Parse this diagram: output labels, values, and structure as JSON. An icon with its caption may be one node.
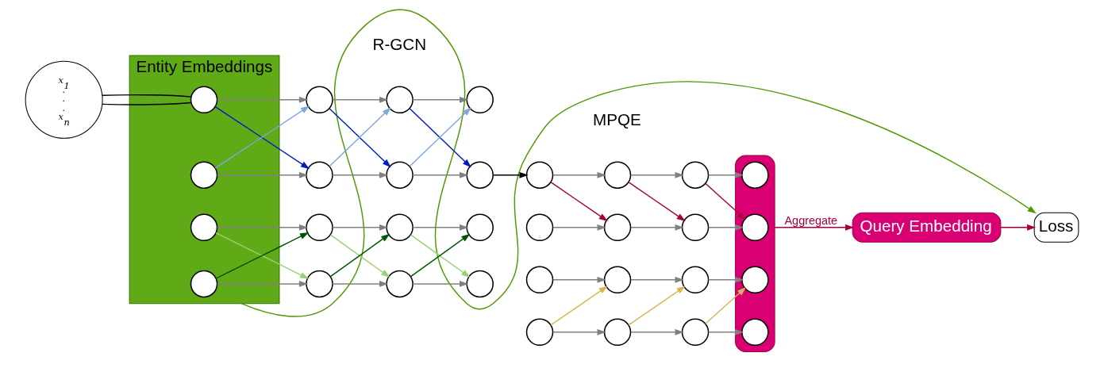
{
  "diagram": {
    "nodes": [
      {
        "text": [
          "x$_{1}$",
          ".",
          ".",
          ".",
          "x$_{n}$"
        ]
      },
      {
        "text": [
          "Entity Embeddings"
        ]
      },
      {
        "text": [],
        "shape": "circle",
        "in": 1
      },
      {
        "text": [],
        "shape": "circle",
        "in": 1
      },
      {
        "text": [],
        "shape": "circle",
        "in": 1
      },
      {
        "text": [],
        "shape": "circle",
        "in": 1
      },
      {
        "text": [],
        "shape": "circle"
      },
      {
        "text": [],
        "shape": "circle"
      },
      {
        "text": [],
        "shape": "circle"
      },
      {
        "text": [],
        "shape": "circle"
      },
      {
        "text": [],
        "shape": "circle"
      },
      {
        "text": [],
        "shape": "circle"
      },
      {
        "text": [],
        "shape": "circle"
      },
      {
        "text": [],
        "shape": "circle"
      },
      {
        "text": [],
        "shape": "circle"
      },
      {
        "text": [],
        "shape": "circle"
      },
      {
        "text": [],
        "shape": "circle"
      },
      {
        "text": [],
        "shape": "circle"
      },
      {
        "text": [],
        "shape": "circle"
      },
      {
        "text": [],
        "shape": "circle"
      },
      {
        "text": [],
        "shape": "circle"
      },
      {
        "text": [],
        "shape": "circle"
      },
      {
        "text": [],
        "shape": "circle"
      },
      {
        "text": [],
        "shape": "circle"
      },
      {
        "text": [],
        "shape": "circle"
      },
      {
        "text": [],
        "shape": "circle"
      },
      {
        "text": [],
        "shape": "circle"
      },
      {
        "text": [],
        "shape": "circle"
      },
      {
        "text": [],
        "shape": "circle"
      },
      {
        "text": [],
        "shape": "circle"
      },
      {
        "text": [],
        "shape": "box"
      },
      {
        "text": [],
        "shape": "circle",
        "in": 30
      },
      {
        "text": [],
        "shape": "circle",
        "in": 30
      },
      {
        "text": [],
        "shape": "circle",
        "in": 30
      },
      {
        "text": [],
        "shape": "circle",
        "in": 30
      },
      {
        "text": [
          "Query Embedding"
        ]
      },
      {
        "text": [
          "Loss"
        ]
      }
    ],
    "edges": [
      {
        "from": 0,
        "to": 2,
        "arrow": "none",
        "color": "#000000"
      },
      {
        "from": 0,
        "to": 2,
        "arrow": "none",
        "color": "#000000"
      },
      {
        "from": 2,
        "to": 6,
        "arrow": "to"
      },
      {
        "from": 3,
        "to": 7,
        "arrow": "to"
      },
      {
        "from": 4,
        "to": 8,
        "arrow": "to"
      },
      {
        "from": 5,
        "to": 9,
        "arrow": "to"
      },
      {
        "from": 6,
        "to": 10,
        "arrow": "to"
      },
      {
        "from": 7,
        "to": 11,
        "arrow": "to"
      },
      {
        "from": 8,
        "to": 12,
        "arrow": "to"
      },
      {
        "from": 9,
        "to": 13,
        "arrow": "to"
      },
      {
        "from": 10,
        "to": 14,
        "arrow": "to"
      },
      {
        "from": 11,
        "to": 15,
        "arrow": "to"
      },
      {
        "from": 12,
        "to": 16,
        "arrow": "to"
      },
      {
        "from": 13,
        "to": 17,
        "arrow": "to"
      },
      {
        "from": 2,
        "to": 7,
        "arrow": "to",
        "color": "#001dbc"
      },
      {
        "from": 6,
        "to": 11,
        "arrow": "to",
        "color": "#001dbc"
      },
      {
        "from": 10,
        "to": 15,
        "arrow": "to",
        "color": "#001dbc"
      },
      {
        "from": 3,
        "to": 6,
        "arrow": "to",
        "color": "#7ea6e0"
      },
      {
        "from": 7,
        "to": 10,
        "arrow": "to",
        "color": "#7ea6e0"
      },
      {
        "from": 11,
        "to": 14,
        "arrow": "to",
        "color": "#7ea6e0"
      },
      {
        "from": 5,
        "to": 8,
        "arrow": "to",
        "color": "#005700"
      },
      {
        "from": 9,
        "to": 12,
        "arrow": "to",
        "color": "#005700"
      },
      {
        "from": 13,
        "to": 16,
        "arrow": "to",
        "color": "#005700"
      },
      {
        "from": 4,
        "to": 9,
        "arrow": "to",
        "color": "#97d077"
      },
      {
        "from": 8,
        "to": 13,
        "arrow": "to",
        "color": "#97d077"
      },
      {
        "from": 12,
        "to": 17,
        "arrow": "to",
        "color": "#97d077"
      },
      {
        "from": 15,
        "to": 18,
        "arrow": "to",
        "color": "#000000"
      },
      {
        "from": 18,
        "to": 22,
        "arrow": "to"
      },
      {
        "from": 19,
        "to": 23,
        "arrow": "to"
      },
      {
        "from": 20,
        "to": 24,
        "arrow": "to"
      },
      {
        "from": 21,
        "to": 25,
        "arrow": "to"
      },
      {
        "from": 22,
        "to": 26,
        "arrow": "to"
      },
      {
        "from": 23,
        "to": 27,
        "arrow": "to"
      },
      {
        "from": 24,
        "to": 28,
        "arrow": "to"
      },
      {
        "from": 25,
        "to": 29,
        "arrow": "to"
      },
      {
        "from": 26,
        "to": 31,
        "arrow": "to"
      },
      {
        "from": 27,
        "to": 32,
        "arrow": "to"
      },
      {
        "from": 28,
        "to": 33,
        "arrow": "to"
      },
      {
        "from": 29,
        "to": 34,
        "arrow": "to"
      },
      {
        "from": 18,
        "to": 23,
        "arrow": "to",
        "color": "#a50040"
      },
      {
        "from": 22,
        "to": 27,
        "arrow": "to",
        "color": "#a50040"
      },
      {
        "from": 26,
        "to": 32,
        "arrow": "to",
        "color": "#a50040"
      },
      {
        "from": 21,
        "to": 24,
        "arrow": "to",
        "color": "#d6b656"
      },
      {
        "from": 25,
        "to": 28,
        "arrow": "to",
        "color": "#d6b656"
      },
      {
        "from": 29,
        "to": 33,
        "arrow": "to",
        "color": "#d6b656"
      },
      {
        "from": 30,
        "to": 35,
        "arrow": "to",
        "label": "Aggregate",
        "color": "#a50040"
      },
      {
        "from": 35,
        "to": 36,
        "arrow": "to",
        "color": "#a50040"
      },
      {
        "from": 1,
        "to": 36,
        "arrow": "to",
        "color": "#4d9900"
      }
    ],
    "labels": [
      "R-GCN",
      "MPQE"
    ]
  }
}
